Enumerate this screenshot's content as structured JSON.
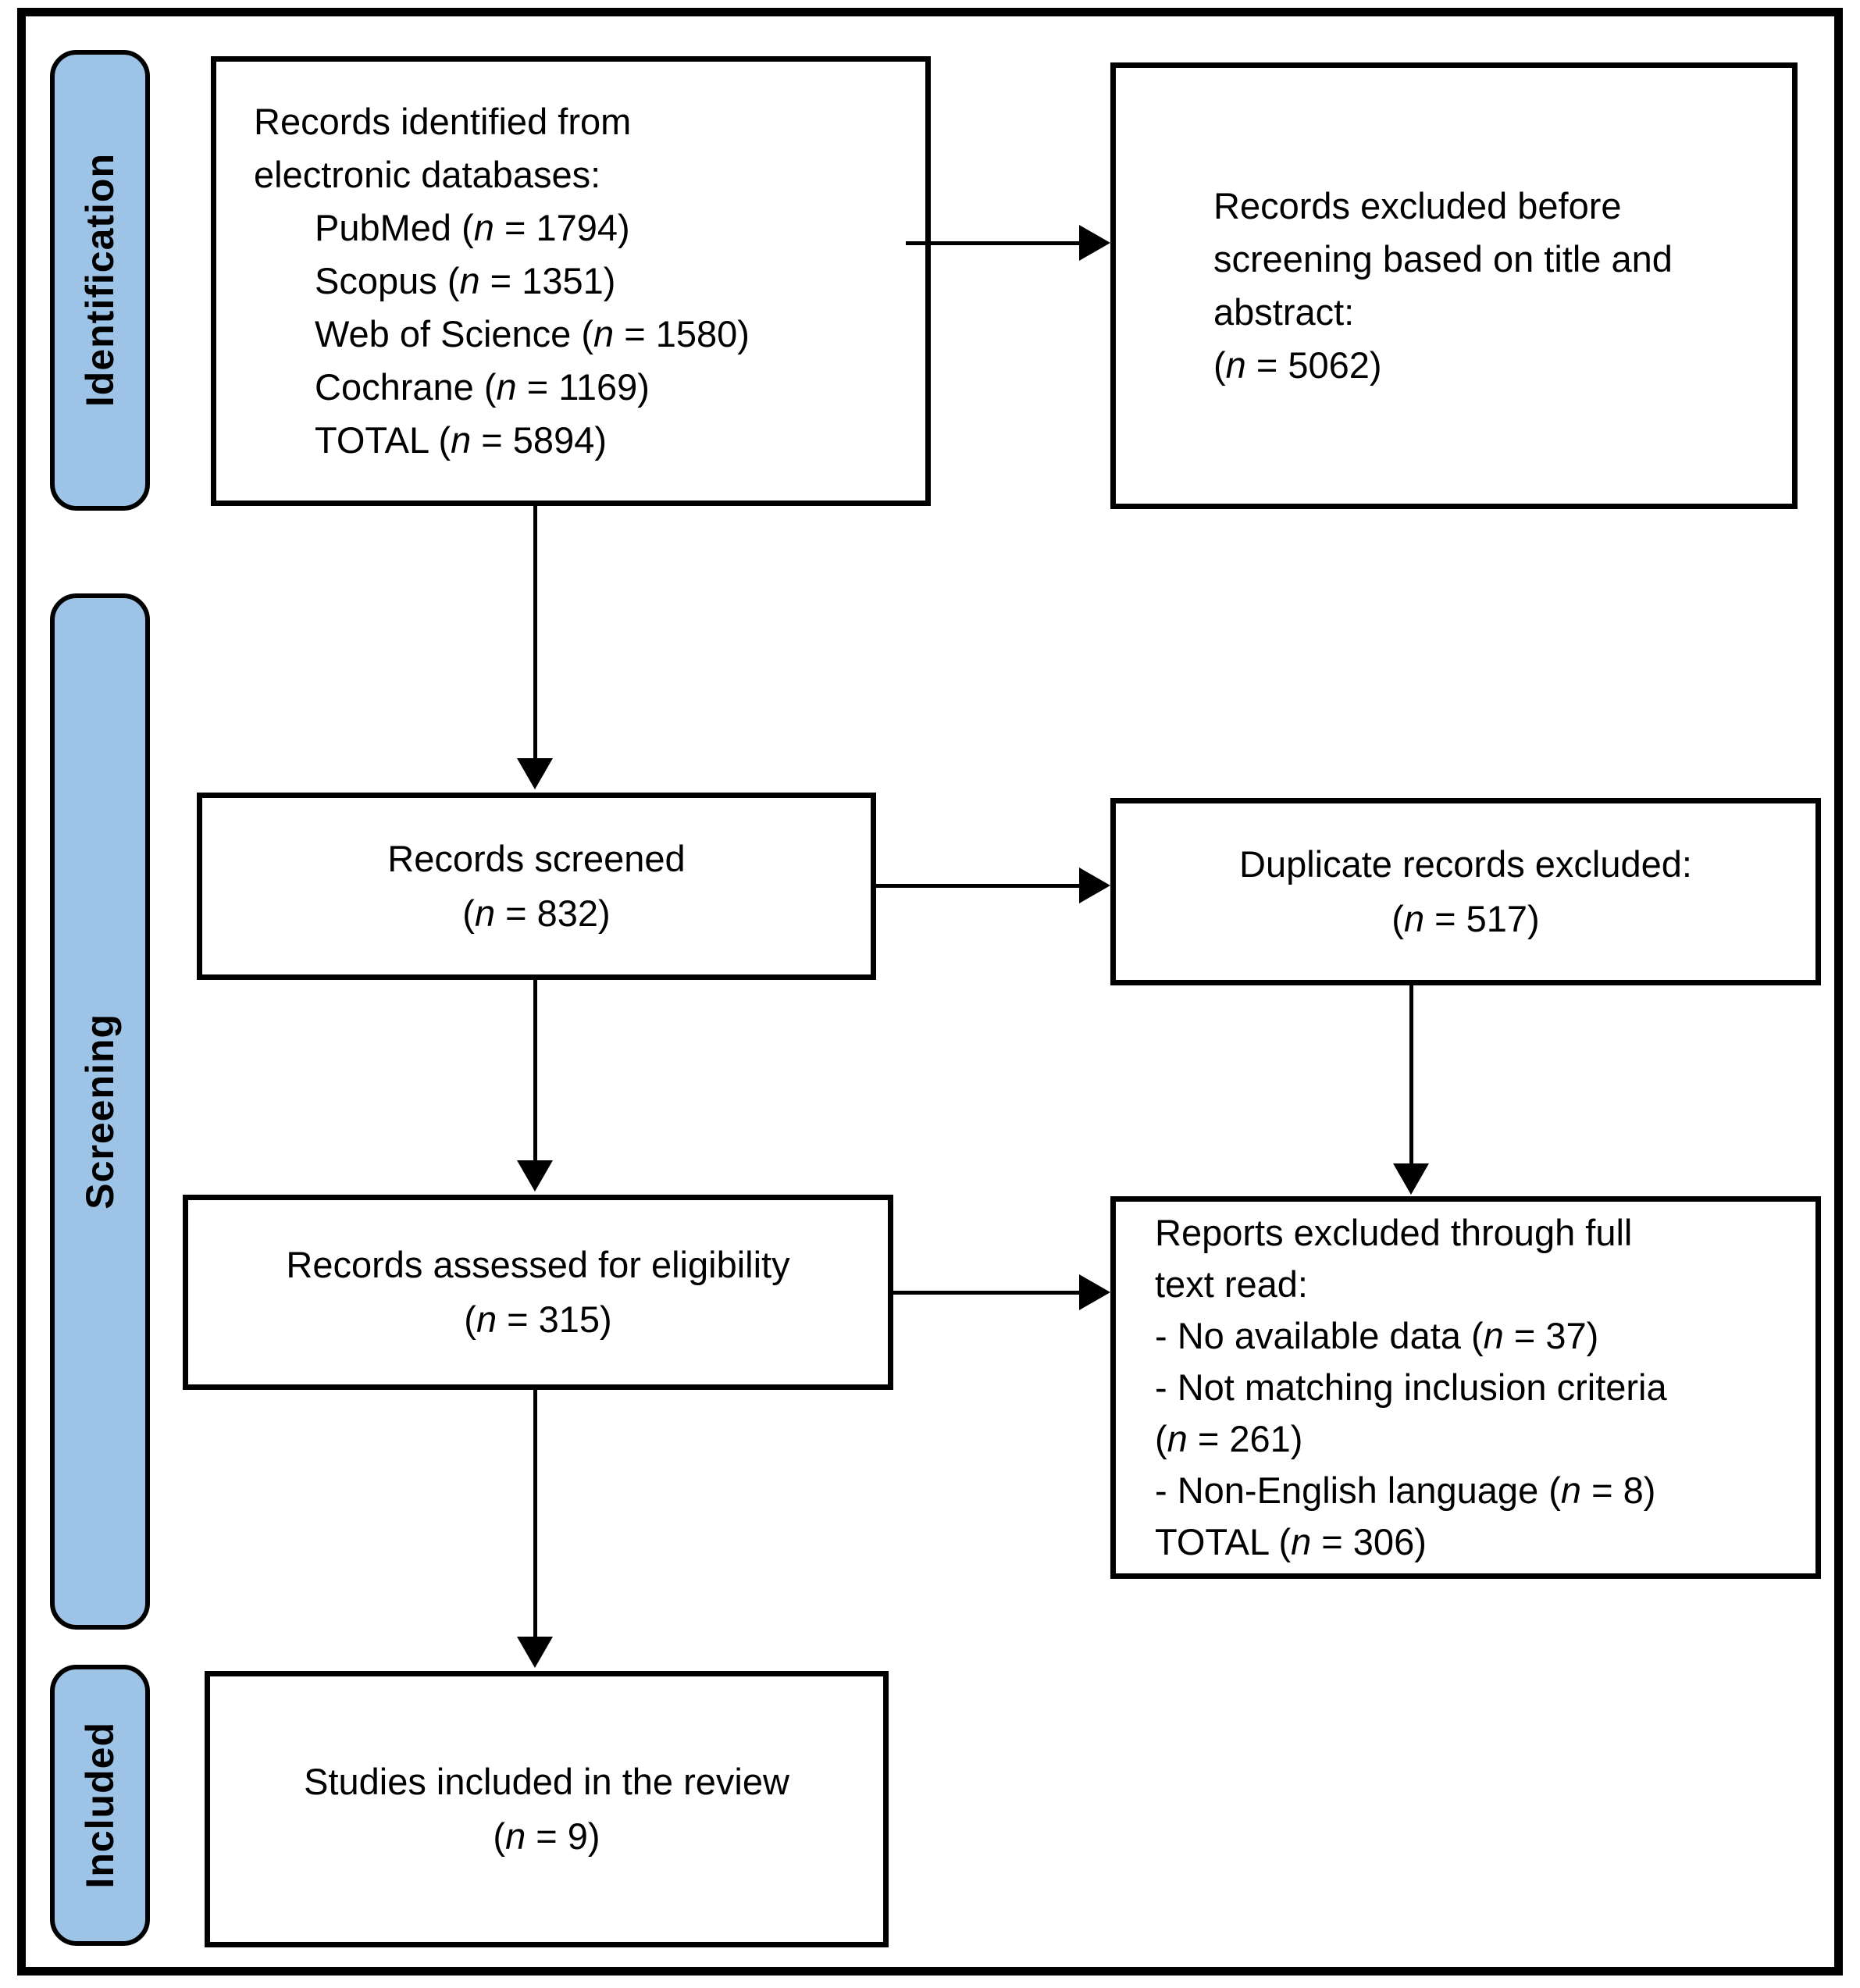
{
  "diagram": {
    "type": "prisma-flow-diagram",
    "stages": [
      {
        "label": "Identification"
      },
      {
        "label": "Screening"
      },
      {
        "label": "Included"
      }
    ],
    "boxes": {
      "identified": {
        "lines": [
          "Records identified from",
          "electronic databases:"
        ],
        "items": [
          "PubMed (n = 1794)",
          "Scopus (n = 1351)",
          "Web of Science (n = 1580)",
          "Cochrane (n = 1169)",
          "TOTAL (n = 5894)"
        ]
      },
      "excluded_before_screening": {
        "lines": [
          "Records excluded before",
          "screening based on title and",
          "abstract:",
          "(n = 5062)"
        ]
      },
      "screened": {
        "lines": [
          "Records screened",
          "(n = 832)"
        ]
      },
      "duplicates_excluded": {
        "lines": [
          "Duplicate records excluded:",
          "(n = 517)"
        ]
      },
      "assessed": {
        "lines": [
          "Records assessed for eligibility",
          "(n = 315)"
        ]
      },
      "fulltext_excluded": {
        "lines": [
          "Reports excluded through full",
          "text read:",
          "- No available data (n = 37)",
          "- Not matching inclusion criteria",
          "(n = 261)",
          "- Non-English language (n = 8)",
          "TOTAL (n = 306)"
        ]
      },
      "included_studies": {
        "lines": [
          "Studies included in the review",
          "(n = 9)"
        ]
      }
    },
    "colors": {
      "stage_fill": "#9DC3E6",
      "stage_border": "#000000",
      "box_border": "#000000",
      "line": "#000000",
      "background": "#FFFFFF"
    }
  }
}
